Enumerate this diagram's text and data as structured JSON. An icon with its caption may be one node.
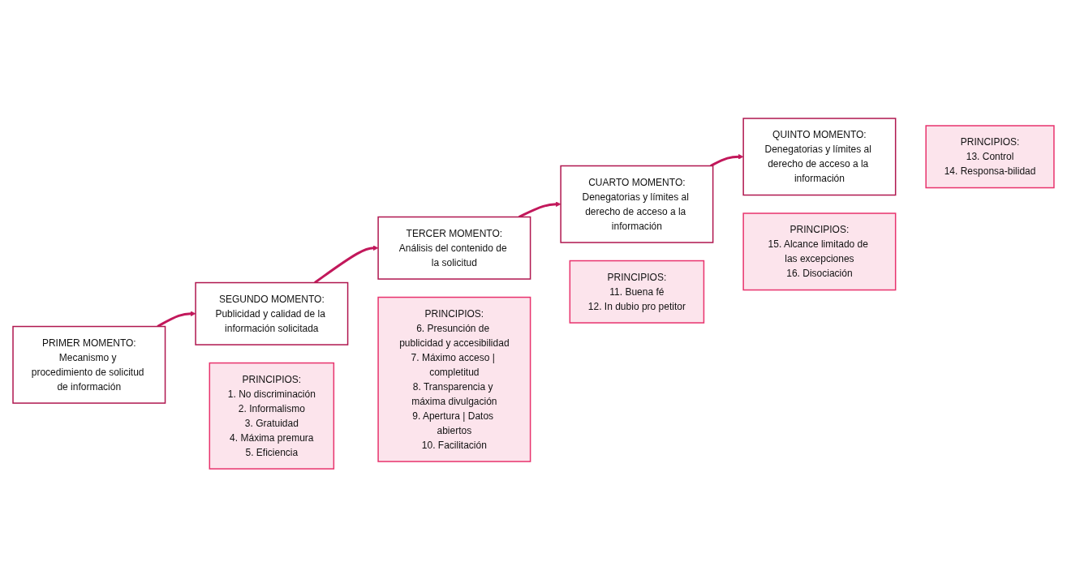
{
  "diagram": {
    "nodes": [
      {
        "text": [
          "PRIMER MOMENTO:",
          "Mecanismo y procedimiento de solicitud de información"
        ]
      },
      {
        "text": [
          "SEGUNDO MOMENTO:",
          "Publicidad y calidad de la información solicitada"
        ]
      },
      {
        "text": [
          "TERCER MOMENTO:",
          "Análisis del contenido de la solicitud"
        ]
      },
      {
        "text": [
          "CUARTO MOMENTO:",
          "Denegatorias y límites al derecho de acceso a la información"
        ]
      },
      {
        "text": [
          "QUINTO MOMENTO:",
          "Denegatorias y límites al derecho de acceso a la información"
        ]
      },
      {
        "text": [
          "PRINCIPIOS:",
          "1. No discriminación",
          "2. Informalismo",
          "3. Gratuidad",
          "4. Máxima premura",
          "5. Eficiencia"
        ]
      },
      {
        "text": [
          "PRINCIPIOS:",
          "6. Presunción de publicidad y accesibilidad",
          "7. Máximo acceso | completitud",
          "8. Transparencia y máxima divulgación",
          "9. Apertura | Datos abiertos",
          "10. Facilitación"
        ]
      },
      {
        "text": [
          "PRINCIPIOS:",
          "11. Buena fé",
          "12. In dubio pro petitor"
        ]
      },
      {
        "text": [
          "PRINCIPIOS:",
          "15. Alcance limitado de las excepciones",
          "16. Disociación"
        ]
      },
      {
        "text": [
          "PRINCIPIOS:",
          "13. Control",
          "14. Responsa-bilidad"
        ]
      }
    ],
    "edges": [
      {
        "from": 0,
        "to": 1,
        "arrow": "to"
      },
      {
        "from": 1,
        "to": 2,
        "arrow": "to"
      },
      {
        "from": 2,
        "to": 3,
        "arrow": "to"
      },
      {
        "from": 3,
        "to": 4,
        "arrow": "to"
      }
    ]
  }
}
